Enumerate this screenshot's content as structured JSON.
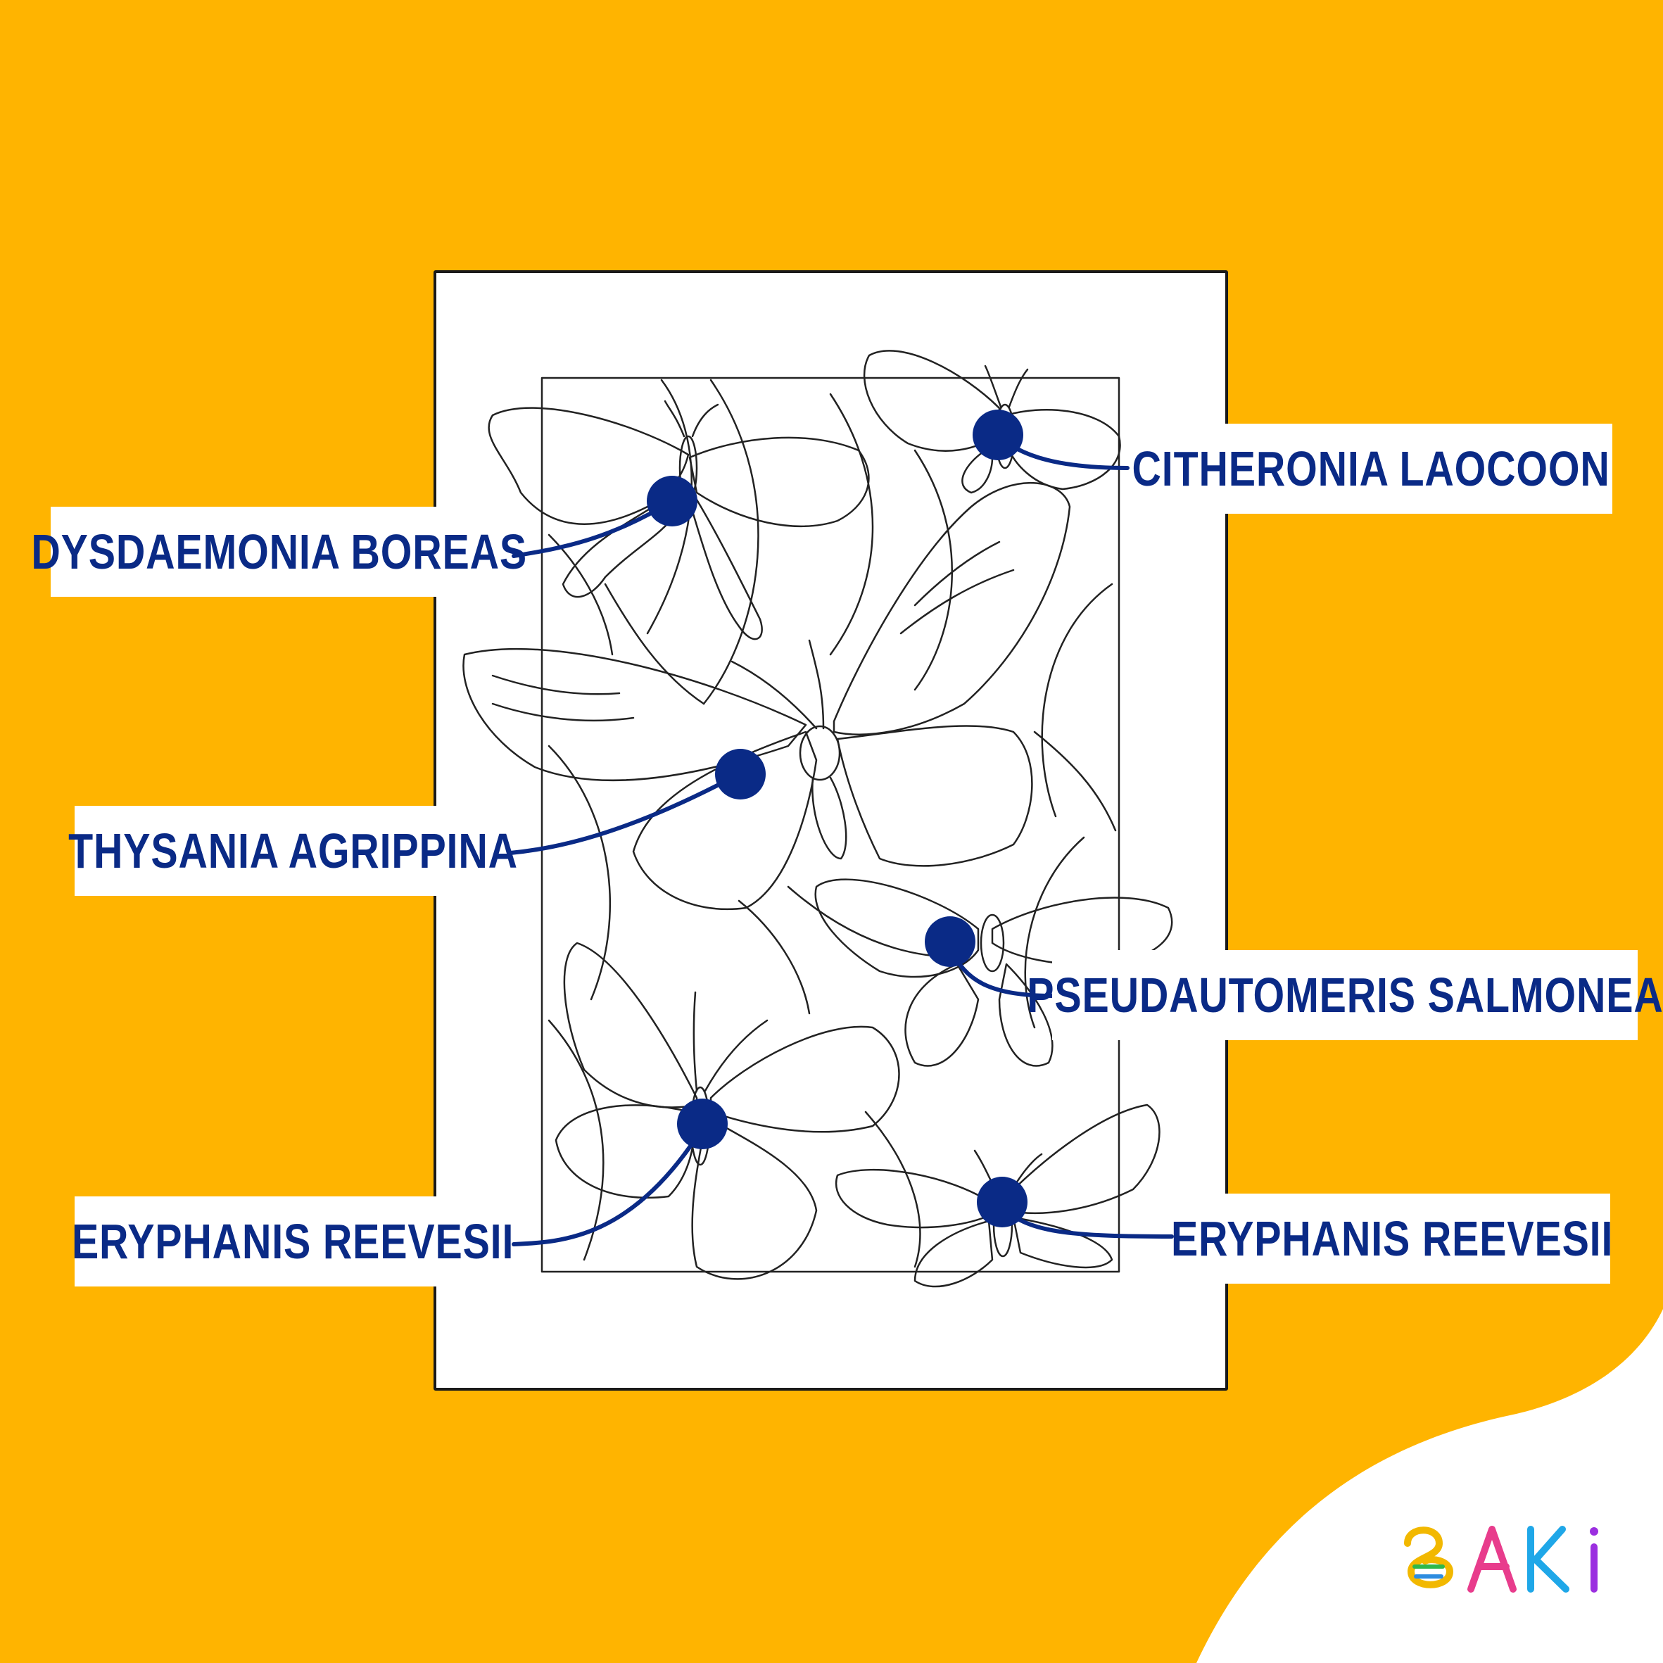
{
  "labels": {
    "dysdaemonia": "DYSDAEMONIA BOREAS",
    "citheronia": "CITHERONIA LAOCOON",
    "thysania": "THYSANIA AGRIPPINA",
    "pseudautomeris": "PSEUDAUTOMERIS SALMONEA",
    "eryphanis_left": "ERYPHANIS REEVESII",
    "eryphanis_right": "ERYPHANIS REEVESII"
  },
  "logo": {
    "text": "BAKI"
  },
  "colors": {
    "background": "#FFB400",
    "label_text": "#0A2A86",
    "marker": "#0A2A86",
    "sheet": "#FFFFFF"
  }
}
